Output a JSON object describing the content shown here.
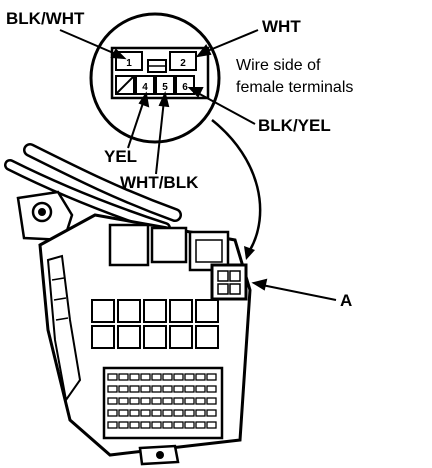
{
  "connector": {
    "pins": [
      {
        "number": "1"
      },
      {
        "number": "2"
      },
      {
        "number": "4"
      },
      {
        "number": "5"
      },
      {
        "number": "6"
      }
    ]
  },
  "labels": {
    "blk_wht": "BLK/WHT",
    "wht": "WHT",
    "note_line1": "Wire side of",
    "note_line2": "female terminals",
    "blk_yel": "BLK/YEL",
    "yel": "YEL",
    "wht_blk": "WHT/BLK",
    "callout_a": "A"
  }
}
